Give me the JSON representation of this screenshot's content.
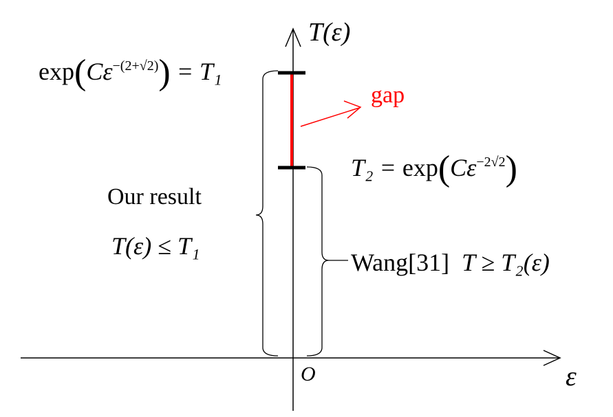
{
  "axes": {
    "y_axis_label": "T(ε)",
    "x_axis_label": "ε",
    "origin_label": "O"
  },
  "t1_equation": {
    "lhs_fn": "exp",
    "const": "C",
    "var": "ε",
    "exponent": "−(2+√2)",
    "rhs": "= T₁"
  },
  "t2_equation": {
    "lhs": "T₂ =",
    "fn": "exp",
    "const": "C",
    "var": "ε",
    "exponent": "−2√2"
  },
  "gap_label": "gap",
  "our_result": {
    "title": "Our result",
    "bound": "T(ε) ≤ T₁"
  },
  "wang_result": {
    "citation": "Wang[31]",
    "bound": "T ≥ T₂(ε)"
  },
  "colors": {
    "gap_segment": "#ff0000",
    "gap_text": "#ff0000",
    "axes": "#000000"
  }
}
